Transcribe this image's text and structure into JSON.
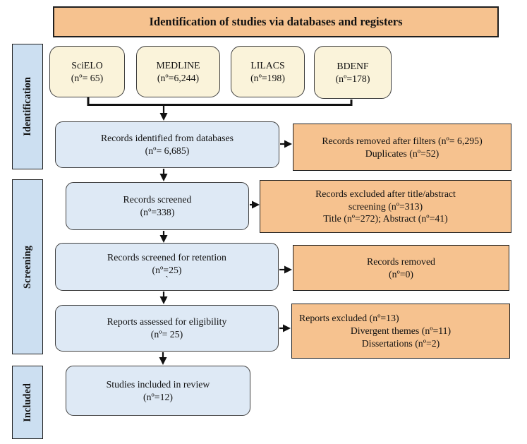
{
  "banner": {
    "title": "Identification of studies via databases and registers"
  },
  "sidebar": {
    "identification": "Identification",
    "screening": "Screening",
    "included": "Included"
  },
  "sources": [
    {
      "name": "SciELO",
      "count": "(nº= 65)"
    },
    {
      "name": "MEDLINE",
      "count": "(nº=6,244)"
    },
    {
      "name": "LILACS",
      "count": "(nº=198)"
    },
    {
      "name": "BDENF",
      "count": "(nº=178)"
    }
  ],
  "flow": {
    "identified": {
      "line1": "Records identified from databases",
      "line2": "(nº= 6,685)"
    },
    "screened": {
      "line1": "Records screened",
      "line2": "(nº=338)"
    },
    "retention": {
      "line1": "Records screened for retention",
      "line2": "(nº=25)",
      "line3": "`"
    },
    "eligibility": {
      "line1": "Reports assessed for eligibility",
      "line2": "(nº= 25)"
    },
    "included": {
      "line1": "Studies included in review",
      "line2": "(nº=12)"
    }
  },
  "excluded": {
    "filters": {
      "line1": "Records removed after filters (nº= 6,295)",
      "line2": "Duplicates (nº=52)"
    },
    "title_abstract": {
      "line1": "Records excluded after title/abstract",
      "line2": "screening (nº=313)",
      "line3": "Title (nº=272); Abstract (nº=41)"
    },
    "removed": {
      "line1": "Records removed",
      "line2": "(nº=0)"
    },
    "reports": {
      "line1": "Reports excluded (nº=13)",
      "line2": "Divergent themes (nº=11)",
      "line3": "Dissertations (nº=2)"
    }
  },
  "colors": {
    "orange": "#F6C28F",
    "cream": "#FAF3DA",
    "flow_blue": "#DEE9F5",
    "sidebar_blue": "#CCDFF1"
  }
}
